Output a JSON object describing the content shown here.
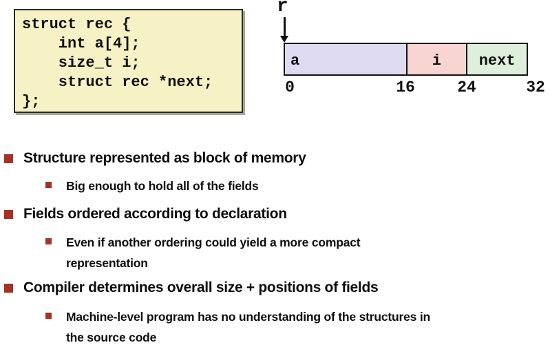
{
  "code_box": {
    "lines": [
      "struct rec {",
      "    int a[4];",
      "    size_t i;",
      "    struct rec *next;",
      "};"
    ]
  },
  "memory_diagram": {
    "pointer_label": "r",
    "total_bytes": 32,
    "segments": [
      {
        "label": "a",
        "start": 0,
        "end": 16,
        "color": "#dedaf2"
      },
      {
        "label": "i",
        "start": 16,
        "end": 24,
        "color": "#f8d5d0"
      },
      {
        "label": "next",
        "start": 24,
        "end": 32,
        "color": "#def0dc"
      }
    ],
    "ticks": [
      "0",
      "16",
      "24",
      "32"
    ]
  },
  "bullets": [
    {
      "text": "Structure represented as block of memory",
      "sub": [
        "Big enough to hold all of the fields"
      ]
    },
    {
      "text": "Fields ordered according to declaration",
      "sub": [
        "Even if another ordering could yield a more compact representation"
      ]
    },
    {
      "text": "Compiler determines overall size + positions of fields",
      "sub": [
        "Machine-level program has no understanding of the structures in the source code"
      ]
    }
  ],
  "colors": {
    "slide_background": "#ffffff",
    "code_box_background": "#f6f2c5",
    "bullet_accent": "#a53224",
    "segment_a": "#dedaf2",
    "segment_i": "#f8d5d0",
    "segment_next": "#def0dc",
    "outline": "#111111"
  }
}
